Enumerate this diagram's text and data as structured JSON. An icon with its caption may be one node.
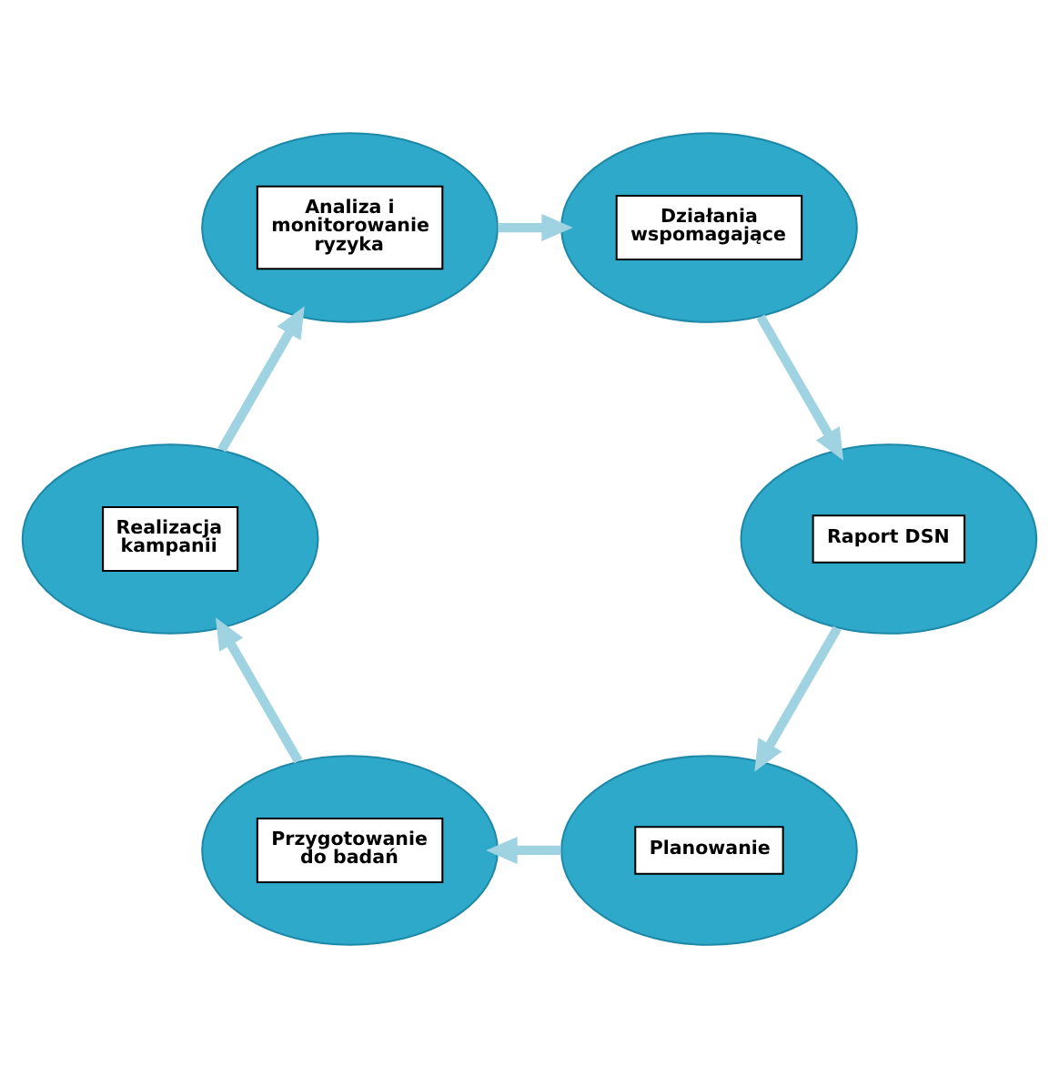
{
  "diagram": {
    "nodes": [
      {
        "text": [
          "Planowanie"
        ]
      },
      {
        "text": [
          "Przygotowanie do badań"
        ]
      },
      {
        "text": [
          "Realizacja kampanii"
        ]
      },
      {
        "text": [
          "Analiza i monitorowanie ryzyka"
        ]
      },
      {
        "text": [
          "Działania wspomagające"
        ]
      },
      {
        "text": [
          "Raport DSN"
        ]
      }
    ],
    "edges": [
      {
        "from": 0,
        "to": 1,
        "arrow": "to"
      },
      {
        "from": 1,
        "to": 2,
        "arrow": "to"
      },
      {
        "from": 2,
        "to": 3,
        "arrow": "to"
      },
      {
        "from": 3,
        "to": 4,
        "arrow": "to"
      },
      {
        "from": 4,
        "to": 5,
        "arrow": "to"
      },
      {
        "from": 5,
        "to": 0,
        "arrow": "to"
      }
    ]
  }
}
